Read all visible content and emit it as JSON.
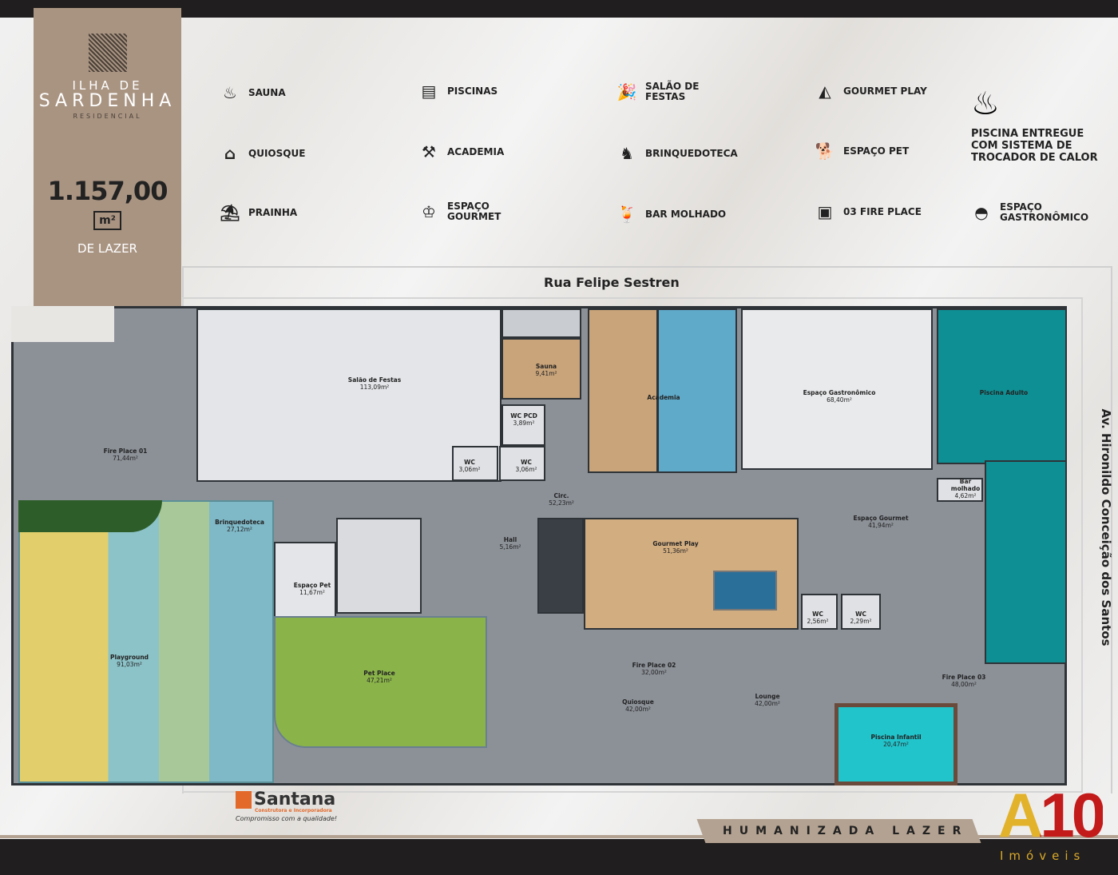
{
  "brand": {
    "line1": "ILHA DE",
    "line2": "SARDENHA",
    "line3": "RESIDENCIAL",
    "area_value": "1.157,00",
    "area_unit": "m²",
    "area_caption": "DE LAZER"
  },
  "amenities": [
    {
      "label": "SAUNA",
      "icon": "sauna-icon",
      "glyph": "♨"
    },
    {
      "label": "PISCINAS",
      "icon": "pool-icon",
      "glyph": "▤"
    },
    {
      "label": "SALÃO DE\nFESTAS",
      "icon": "party-icon",
      "glyph": "🎉"
    },
    {
      "label": "GOURMET PLAY",
      "icon": "billiards-icon",
      "glyph": "◭"
    },
    {
      "label": "QUIOSQUE",
      "icon": "kiosk-icon",
      "glyph": "⌂"
    },
    {
      "label": "ACADEMIA",
      "icon": "dumbbell-icon",
      "glyph": "⚒"
    },
    {
      "label": "BRINQUEDOTECA",
      "icon": "rocking-horse-icon",
      "glyph": "♞"
    },
    {
      "label": "ESPAÇO PET",
      "icon": "pet-icon",
      "glyph": "🐕"
    },
    {
      "label": "PRAINHA",
      "icon": "beach-icon",
      "glyph": "⛱"
    },
    {
      "label": "ESPAÇO\nGOURMET",
      "icon": "chef-hat-icon",
      "glyph": "♔"
    },
    {
      "label": "BAR MOLHADO",
      "icon": "wet-bar-icon",
      "glyph": "🍹"
    },
    {
      "label": "03 FIRE PLACE",
      "icon": "fireplace-icon",
      "glyph": "▣"
    }
  ],
  "pool_note": {
    "icon": "heated-pool-icon",
    "text": "PISCINA ENTREGUE\nCOM SISTEMA DE\nTROCADOR DE CALOR"
  },
  "gastro": {
    "icon": "cloche-icon",
    "label": "ESPAÇO\nGASTRONÔMICO"
  },
  "streets": {
    "top": "Rua Felipe Sestren",
    "right": "Av. Hironildo Conceição dos Santos"
  },
  "rooms": {
    "fire1": {
      "name": "Fire Place 01",
      "area": "71,44m²"
    },
    "salao": {
      "name": "Salão de Festas",
      "area": "113,09m²"
    },
    "sauna": {
      "name": "Sauna",
      "area": "9,41m²"
    },
    "wcpcd": {
      "name": "WC PCD",
      "area": "3,89m²"
    },
    "wc1": {
      "name": "WC",
      "area": "3,06m²"
    },
    "wc2": {
      "name": "WC",
      "area": "3,06m²"
    },
    "academia": {
      "name": "Academia"
    },
    "gastro": {
      "name": "Espaço Gastronômico",
      "area": "68,40m²"
    },
    "adulto": {
      "name": "Piscina Adulto"
    },
    "bar": {
      "name": "Bar\nmolhado",
      "area": "4,62m²"
    },
    "circ": {
      "name": "Circ.",
      "area": "52,23m²"
    },
    "brinq": {
      "name": "Brinquedoteca",
      "area": "27,12m²"
    },
    "pet": {
      "name": "Espaço Pet",
      "area": "11,67m²"
    },
    "hall": {
      "name": "Hall",
      "area": "5,16m²"
    },
    "gplay": {
      "name": "Gourmet Play",
      "area": "51,36m²"
    },
    "egourmet": {
      "name": "Espaço Gourmet",
      "area": "41,94m²"
    },
    "wc3": {
      "name": "WC",
      "area": "2,56m²"
    },
    "wc4": {
      "name": "WC",
      "area": "2,29m²"
    },
    "playground": {
      "name": "Playground",
      "area": "91,03m²"
    },
    "petplace": {
      "name": "Pet Place",
      "area": "47,21m²"
    },
    "fire2": {
      "name": "Fire Place 02",
      "area": "32,00m²"
    },
    "quiosque": {
      "name": "Quiosque",
      "area": "42,00m²"
    },
    "lounge": {
      "name": "Lounge",
      "area": "42,00m²"
    },
    "fire3": {
      "name": "Fire Place 03",
      "area": "48,00m²"
    },
    "infantil": {
      "name": "Piscina Infantil",
      "area": "20,47m²"
    }
  },
  "footer": {
    "builder": "Santana",
    "builder_sub": "Construtora e Incorporadora",
    "builder_tagline": "Compromisso com a qualidade!",
    "ribbon": "HUMANIZADA LAZER",
    "agency_mark": "A10",
    "agency_sub": "Imóveis"
  },
  "colors": {
    "brand_panel": "#a99482",
    "pool": "#0e8f93",
    "wood": "#c9a47a",
    "grass": "#8ab34a",
    "dark_bar": "#201e1e",
    "agency_red": "#c31a1a",
    "agency_gold": "#e2b22a"
  }
}
